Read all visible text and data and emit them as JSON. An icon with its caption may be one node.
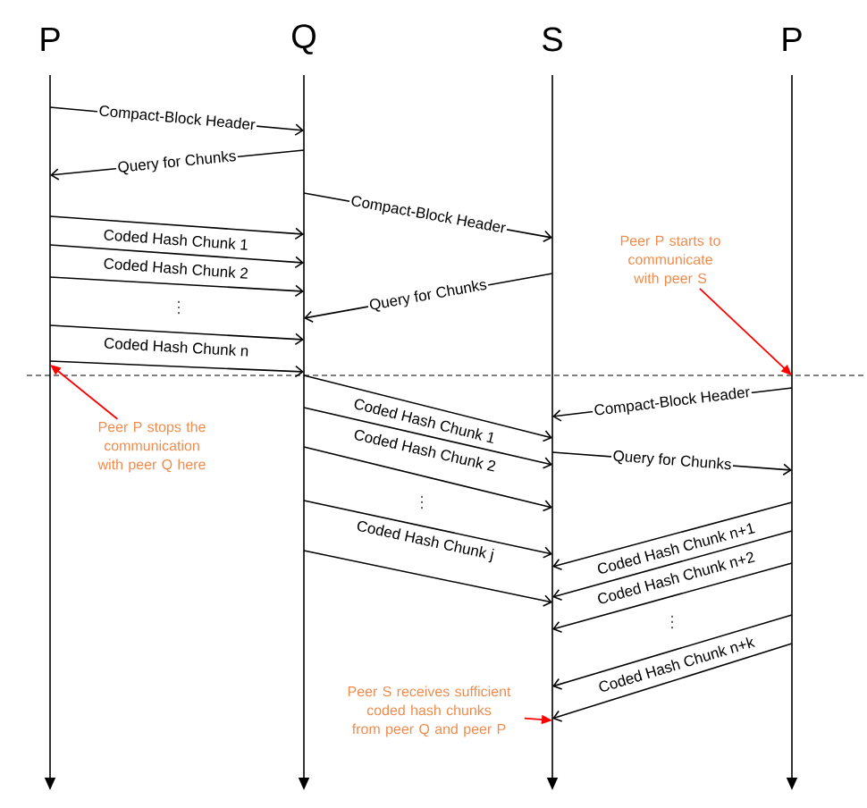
{
  "diagram": {
    "nodes": [
      {
        "text": [
          "P"
        ]
      },
      {
        "text": [
          "Q"
        ]
      },
      {
        "text": [
          "S"
        ]
      },
      {
        "text": [
          "P"
        ]
      },
      {
        "text": [
          "Peer P starts to communicate with peer S"
        ]
      },
      {
        "text": [
          "Peer P stops the communication with peer Q here"
        ]
      },
      {
        "text": [
          "Peer S receives sufficient coded hash chunks from peer Q and peer P"
        ]
      }
    ],
    "edges": [
      {
        "from": 0,
        "to": 1,
        "arrow": "to",
        "label": "Compact-Block Header"
      },
      {
        "from": 1,
        "to": 0,
        "arrow": "to",
        "label": "Query for Chunks"
      },
      {
        "from": 0,
        "to": 1,
        "arrow": "to",
        "label": "Coded Hash Chunk 1"
      },
      {
        "from": 0,
        "to": 1,
        "arrow": "to",
        "label": "Coded Hash Chunk 2"
      },
      {
        "from": 0,
        "to": 1,
        "arrow": "to"
      },
      {
        "from": 0,
        "to": 1,
        "arrow": "to",
        "label": "Coded Hash Chunk n"
      },
      {
        "from": 0,
        "to": 1,
        "arrow": "to"
      },
      {
        "from": 1,
        "to": 2,
        "arrow": "to",
        "label": "Compact-Block Header"
      },
      {
        "from": 2,
        "to": 1,
        "arrow": "to",
        "label": "Query for Chunks"
      },
      {
        "from": 1,
        "to": 2,
        "arrow": "to",
        "label": "Coded Hash Chunk 1"
      },
      {
        "from": 1,
        "to": 2,
        "arrow": "to",
        "label": "Coded Hash Chunk 2"
      },
      {
        "from": 1,
        "to": 2,
        "arrow": "to"
      },
      {
        "from": 1,
        "to": 2,
        "arrow": "to",
        "label": "Coded Hash Chunk j"
      },
      {
        "from": 1,
        "to": 2,
        "arrow": "to"
      },
      {
        "from": 3,
        "to": 2,
        "arrow": "to",
        "label": "Compact-Block Header"
      },
      {
        "from": 2,
        "to": 3,
        "arrow": "to",
        "label": "Query for Chunks"
      },
      {
        "from": 3,
        "to": 2,
        "arrow": "to",
        "label": "Coded Hash Chunk n+1"
      },
      {
        "from": 3,
        "to": 2,
        "arrow": "to",
        "label": "Coded Hash Chunk n+2"
      },
      {
        "from": 3,
        "to": 2,
        "arrow": "to"
      },
      {
        "from": 3,
        "to": 2,
        "arrow": "to",
        "label": "Coded Hash Chunk n+k"
      },
      {
        "from": 3,
        "to": 2,
        "arrow": "to"
      },
      {
        "from": 4,
        "to": 3,
        "arrow": "to",
        "color": "#ff0000"
      },
      {
        "from": 5,
        "to": 0,
        "arrow": "to",
        "color": "#ff0000"
      },
      {
        "from": 6,
        "to": 2,
        "arrow": "to",
        "color": "#ff0000"
      }
    ],
    "labels": [
      "⋮",
      "⋮",
      "⋮"
    ]
  }
}
